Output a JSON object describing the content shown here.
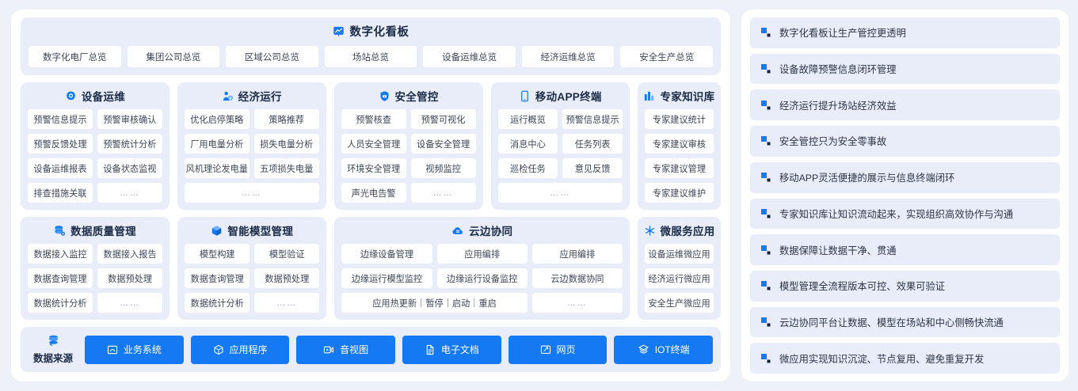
{
  "colors": {
    "accent": "#1479f2",
    "panel": "#e9edfa",
    "page_bg": "#eef1f8",
    "text": "#2d3445"
  },
  "header": {
    "title": "数字化看板",
    "icon": "dashboard-chart-icon",
    "tabs": [
      "数字化电厂总览",
      "集团公司总览",
      "区域公司总览",
      "场站总览",
      "设备运维总览",
      "经济运维总览",
      "安全生产总览"
    ]
  },
  "cards": {
    "device_ops": {
      "title": "设备运维",
      "icon": "gear-monitor-icon",
      "items": [
        "预警信息提示",
        "预警审核确认",
        "预警反馈处理",
        "预警统计分析",
        "设备运维报表",
        "设备状态监视",
        "排查措施关联",
        "……"
      ]
    },
    "economic": {
      "title": "经济运行",
      "icon": "economy-icon",
      "items": [
        "优化启停策略",
        "策略推荐",
        "厂用电量分析",
        "损失电量分析",
        "风机理论发电量",
        "五项损失电量"
      ],
      "footer": "……"
    },
    "safety": {
      "title": "安全管控",
      "icon": "shield-icon",
      "items": [
        "预警核查",
        "预警可视化",
        "人员安全管理",
        "设备安全管理",
        "环境安全管理",
        "视频监控",
        "声光电告警",
        "……"
      ]
    },
    "mobile_app": {
      "title": "移动APP终端",
      "icon": "mobile-phone-icon",
      "items": [
        "运行概览",
        "预警信息提示",
        "消息中心",
        "任务列表",
        "巡检任务",
        "意见反馈"
      ],
      "footer": "……"
    },
    "knowledge": {
      "title": "专家知识库",
      "icon": "bar-chart-icon",
      "items": [
        "专家建议统计",
        "专家建议审核",
        "专家建议管理",
        "专家建议维护"
      ]
    },
    "data_quality": {
      "title": "数据质量管理",
      "icon": "database-gear-icon",
      "items": [
        "数据接入监控",
        "数据接入报告",
        "数据查询管理",
        "数据预处理",
        "数据统计分析",
        "……"
      ]
    },
    "model": {
      "title": "智能模型管理",
      "icon": "cube-icon",
      "items": [
        "模型构建",
        "模型验证",
        "数据查询管理",
        "数据预处理",
        "数据统计分析",
        "……"
      ]
    },
    "cloud_edge": {
      "title": "云边协同",
      "icon": "cloud-icon",
      "items": [
        "边缘设备管理",
        "应用编排",
        "应用编排",
        "边缘运行模型监控",
        "边缘运行设备监控",
        "云边数据协同"
      ],
      "wide_item": "应用热更新｜暂停｜启动｜重启",
      "footer": "……"
    },
    "microservice": {
      "title": "微服务应用",
      "icon": "micro-app-icon",
      "items": [
        "设备运维微应用",
        "经济运行微应用",
        "安全生产微应用"
      ]
    }
  },
  "data_source": {
    "label": "数据来源",
    "label_icon": "database-icon",
    "buttons": [
      {
        "label": "业务系统",
        "icon": "window-icon"
      },
      {
        "label": "应用程序",
        "icon": "cube-icon"
      },
      {
        "label": "音视图",
        "icon": "video-icon"
      },
      {
        "label": "电子文档",
        "icon": "document-icon"
      },
      {
        "label": "网页",
        "icon": "webpage-icon"
      },
      {
        "label": "IOT终端",
        "icon": "iot-stack-icon"
      }
    ]
  },
  "benefits": [
    "数字化看板让生产管控更透明",
    "设备故障预警信息闭环管理",
    "经济运行提升场站经济效益",
    "安全管控只为安全零事故",
    "移动APP灵活便捷的展示与信息终端闭环",
    "专家知识库让知识流动起来，实现组织高效协作与沟通",
    "数据保障让数据干净、贯通",
    "模型管理全流程版本可控、效果可验证",
    "云边协同平台让数据、模型在场站和中心侧畅快流通",
    "微应用实现知识沉淀、节点复用、避免重复开发"
  ]
}
